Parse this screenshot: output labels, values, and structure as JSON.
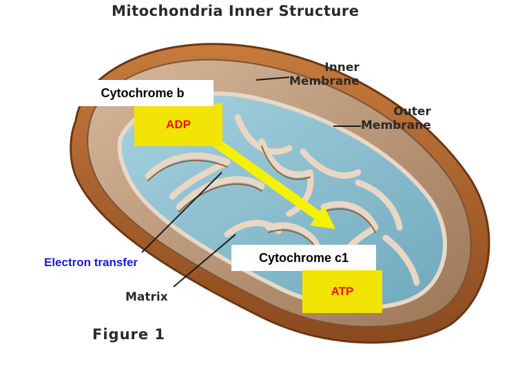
{
  "title": "Mitochondria Inner Structure",
  "labels": {
    "inner_membrane": [
      "Inner",
      "Membrane"
    ],
    "outer_membrane": [
      "Outer",
      "Membrane"
    ],
    "matrix": "Matrix",
    "figure": "Figure 1"
  },
  "annotations": {
    "cytochrome_b": "Cytochrome b",
    "adp": "ADP",
    "cytochrome_c1": "Cytochrome c1",
    "atp": "ATP",
    "electron_transfer": "Electron transfer"
  },
  "colors": {
    "outer_membrane": "#b8692c",
    "inner_membrane": "#d9b899",
    "matrix": "#8fc3d3",
    "arrow": "#f5f200",
    "electron_text": "#1a1ad0",
    "highlight_box": "#f2e404",
    "highlight_text": "#e81010"
  }
}
